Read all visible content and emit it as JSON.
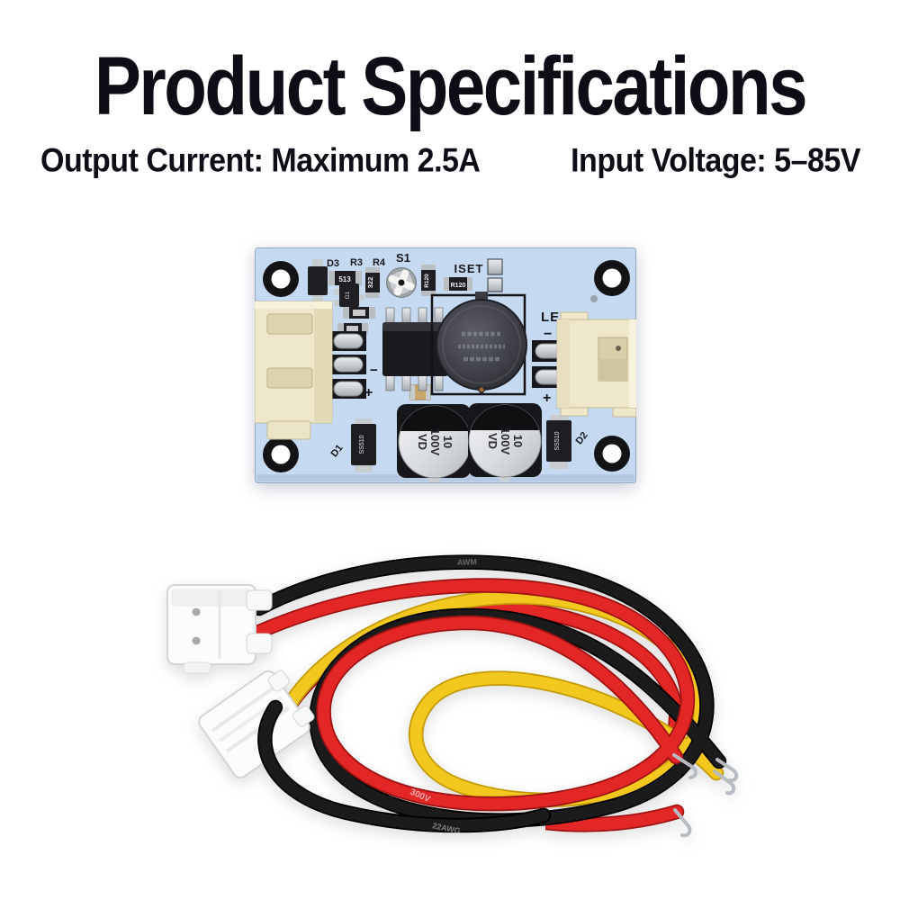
{
  "header": {
    "title": "Product Specifications"
  },
  "specs": {
    "output_current": "Output Current: Maximum 2.5A",
    "input_voltage": "Input Voltage: 5–85V"
  },
  "pcb": {
    "silk": {
      "d3": "D3",
      "r3": "R3",
      "r4": "R4",
      "s1": "S1",
      "iset": "ISET",
      "led": "LED",
      "d1": "D1",
      "d2": "D2",
      "plus": "+",
      "minus": "−"
    },
    "markings": {
      "r3": "513",
      "r4": "322",
      "r120": "R120",
      "diode": "SS510",
      "q1": "G1"
    },
    "capacitor_lines": [
      "10",
      "100V",
      "VD"
    ]
  },
  "cable": {
    "prints": {
      "volt": "300V",
      "awg": "22AWG",
      "awm": "AWM"
    }
  },
  "colors": {
    "text": "#0d0d15",
    "board": "#c5daf1",
    "wire_red": "#e32727",
    "wire_yellow": "#f2c81e",
    "wire_black": "#1b1b1b",
    "connector_cream": "#efe7ca"
  }
}
